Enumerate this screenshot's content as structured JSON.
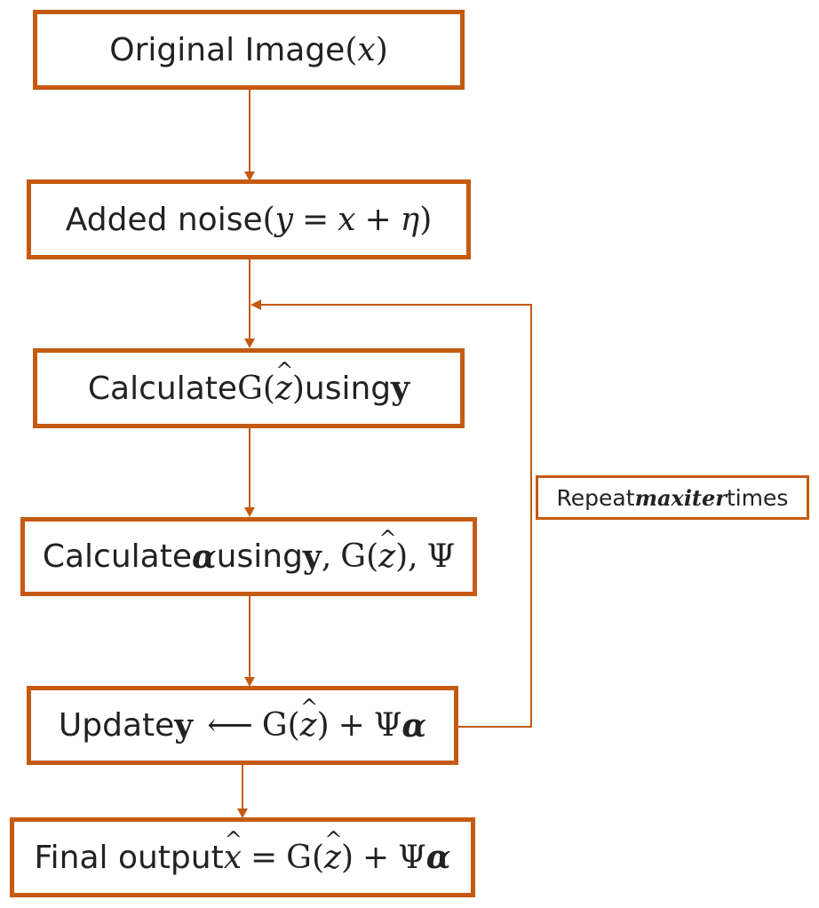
{
  "colors": {
    "stroke": "#c55a11",
    "text": "#222222",
    "background": "#ffffff"
  },
  "boxes": {
    "original": {
      "text": "Original Image ",
      "math_open": "(",
      "var": "x",
      "math_close": ")"
    },
    "noise": {
      "text": "Added noise ",
      "open": "(",
      "y": "y",
      "eq": "=",
      "x": "x",
      "plus": "+",
      "eta": "η",
      "close": ")"
    },
    "calc_g": {
      "text1": "Calculate ",
      "g": "G",
      "open": "(",
      "z": "z",
      "close": ")",
      "text2": " using ",
      "y": "y"
    },
    "calc_alpha": {
      "text1": "Calculate ",
      "alpha": "α",
      "text2": " using ",
      "y": "y",
      "comma1": ",",
      "g": "G",
      "open": "(",
      "z": "z",
      "close": ")",
      "comma2": ",",
      "psi": "Ψ"
    },
    "update": {
      "text": "Update ",
      "y": "y",
      "arrow": "⟵",
      "g": "G",
      "open": "(",
      "z": "z",
      "close": ")",
      "plus": "+",
      "psi": "Ψ",
      "alpha": "α"
    },
    "final": {
      "text": "Final output ",
      "x": "x",
      "eq": "=",
      "g": "G",
      "open": "(",
      "z": "z",
      "close": ")",
      "plus": "+",
      "psi": "Ψ",
      "alpha": "α"
    }
  },
  "loop_label": {
    "text1": "Repeat ",
    "var": "maxiter",
    "text2": " times"
  }
}
